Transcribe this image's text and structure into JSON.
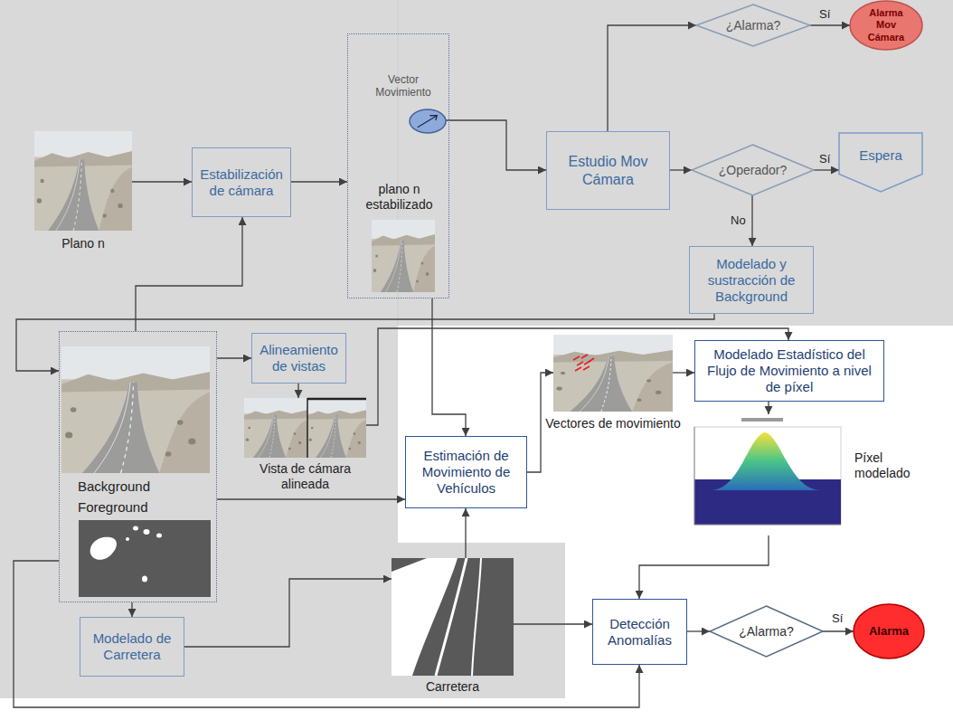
{
  "diagram": {
    "nodes": [
      {
        "text": [
          "Plano n"
        ]
      },
      {
        "text": [
          "Estabilización de cámara"
        ]
      },
      {
        "text": [
          "plano n estabilizado"
        ]
      },
      {
        "text": [
          "Vector Movimiento"
        ],
        "in": 2
      },
      {
        "text": [
          "Estudio Mov Cámara"
        ]
      },
      {
        "text": [
          "¿Alarma?"
        ]
      },
      {
        "text": [
          "Alarma Mov Cámara"
        ]
      },
      {
        "text": [
          "¿Operador?"
        ]
      },
      {
        "text": [
          "Espera"
        ]
      },
      {
        "text": [
          "Modelado y sustracción de Background"
        ]
      },
      {
        "text": [
          "Background",
          "Foreground"
        ]
      },
      {
        "text": [
          "Alineamiento de vistas"
        ]
      },
      {
        "text": [
          "Vista de cámara alineada"
        ]
      },
      {
        "text": [
          "Modelado de Carretera"
        ]
      },
      {
        "text": [
          "Carretera"
        ]
      },
      {
        "text": [
          "Estimación de Movimiento de Vehículos"
        ]
      },
      {
        "text": [
          "Vectores de movimiento"
        ]
      },
      {
        "text": [
          "Modelado Estadístico del Flujo de Movimiento a nivel de píxel"
        ]
      },
      {
        "text": [
          "Píxel modelado"
        ]
      },
      {
        "text": [
          "Detección Anomalías"
        ]
      },
      {
        "text": [
          "¿Alarma?"
        ]
      },
      {
        "text": [
          "Alarma"
        ]
      }
    ],
    "edges": [
      {
        "from": 0,
        "to": 1,
        "arrow": "to"
      },
      {
        "from": 10,
        "to": 1,
        "arrow": "to"
      },
      {
        "from": 1,
        "to": 2,
        "arrow": "to"
      },
      {
        "from": 3,
        "to": 4,
        "arrow": "to"
      },
      {
        "from": 4,
        "to": 5,
        "arrow": "to"
      },
      {
        "from": 5,
        "to": 6,
        "label": "Sí",
        "arrow": "to"
      },
      {
        "from": 4,
        "to": 7,
        "arrow": "to"
      },
      {
        "from": 7,
        "to": 8,
        "label": "Sí",
        "arrow": "to"
      },
      {
        "from": 7,
        "to": 9,
        "label": "No",
        "arrow": "to"
      },
      {
        "from": 9,
        "to": 10,
        "arrow": "to"
      },
      {
        "from": 10,
        "to": 11,
        "arrow": "to"
      },
      {
        "from": 11,
        "to": 12,
        "arrow": "to"
      },
      {
        "from": 12,
        "to": 17,
        "arrow": "to"
      },
      {
        "from": 2,
        "to": 15,
        "arrow": "to"
      },
      {
        "from": 10,
        "to": 15,
        "arrow": "to"
      },
      {
        "from": 14,
        "to": 15,
        "arrow": "to"
      },
      {
        "from": 15,
        "to": 16,
        "arrow": "to"
      },
      {
        "from": 16,
        "to": 17,
        "arrow": "to"
      },
      {
        "from": 17,
        "to": 18,
        "arrow": "to"
      },
      {
        "from": 18,
        "to": 19,
        "arrow": "to"
      },
      {
        "from": 10,
        "to": 13,
        "arrow": "to"
      },
      {
        "from": 13,
        "to": 14,
        "arrow": "to"
      },
      {
        "from": 14,
        "to": 19,
        "arrow": "to"
      },
      {
        "from": 10,
        "to": 19,
        "arrow": "to"
      },
      {
        "from": 19,
        "to": 20,
        "arrow": "to"
      },
      {
        "from": 20,
        "to": 21,
        "label": "Sí",
        "arrow": "to"
      }
    ]
  }
}
